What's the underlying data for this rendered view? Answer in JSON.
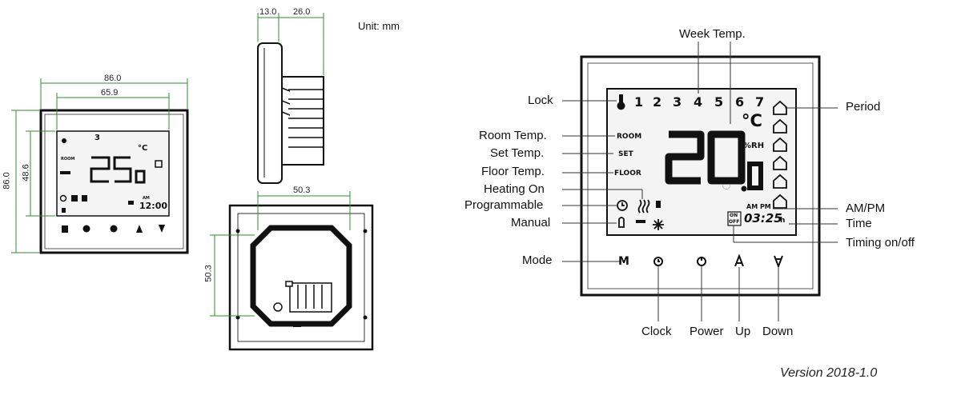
{
  "unit_label": "Unit: mm",
  "version": "Version 2018-1.0",
  "dimensions": {
    "front_width_outer": "86.0",
    "front_width_screen": "65.9",
    "front_height_outer": "86.0",
    "front_height_screen": "48.6",
    "side_depth_front": "13.0",
    "side_depth_back": "26.0",
    "back_width": "50.3",
    "back_height": "50.3"
  },
  "small_panel": {
    "week_day": "3",
    "temp_main": "25",
    "temp_decimal": "0",
    "unit_celsius": "°C",
    "room_text": "ROOM",
    "am": "AM",
    "time": "12:00"
  },
  "big_panel": {
    "week_days": [
      "1",
      "2",
      "3",
      "4",
      "5",
      "6",
      "7"
    ],
    "room_label": "ROOM",
    "set_label": "SET",
    "floor_label": "FLOOR",
    "temp_main": "20",
    "temp_dot": ".",
    "temp_decimal": "0",
    "unit_celsius": "°C",
    "humidity": "%RH",
    "am_pm": "AM PM",
    "time": "03:25",
    "time_suffix": "h",
    "on_label": "ON",
    "off_label": "OFF",
    "mode_button": "M",
    "period_icons": [
      "home-1",
      "home-2",
      "home-3",
      "home-4",
      "home-5",
      "home-6"
    ]
  },
  "callouts": {
    "week_temp": "Week Temp.",
    "lock": "Lock",
    "period": "Period",
    "room_temp": "Room Temp.",
    "set_temp": "Set Temp.",
    "floor_temp": "Floor Temp.",
    "heating_on": "Heating On",
    "programmable": "Programmable",
    "manual": "Manual",
    "am_pm": "AM/PM",
    "time": "Time",
    "timing_on_off": "Timing on/off",
    "mode": "Mode",
    "clock": "Clock",
    "power": "Power",
    "up": "Up",
    "down": "Down"
  },
  "colors": {
    "dimension_line": "#2f8f2f",
    "callout_line": "#333333",
    "lcd_fill": "#f4f4f4",
    "bezel": "#111111"
  }
}
